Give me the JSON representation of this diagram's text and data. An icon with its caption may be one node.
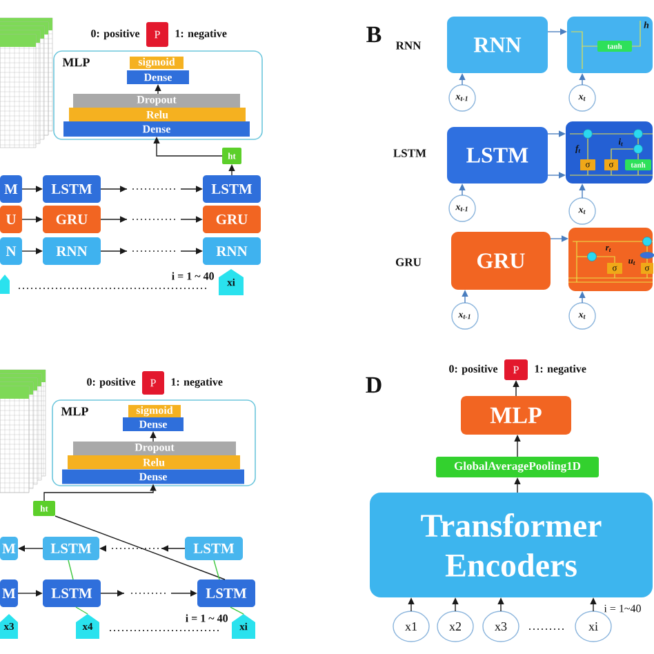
{
  "diagram": {
    "nodes": [
      {
        "text": [
          "P"
        ],
        "beside": [
          "0: positive",
          "1: negative"
        ]
      },
      {
        "text": [
          "MLP"
        ]
      },
      {
        "text": [
          "sigmoid"
        ],
        "in": 1
      },
      {
        "text": [
          "Dense"
        ],
        "in": 1
      },
      {
        "text": [
          "Dropout"
        ],
        "in": 1
      },
      {
        "text": [
          "Relu"
        ],
        "in": 1
      },
      {
        "text": [
          "Dense"
        ],
        "in": 1
      },
      {
        "text": [
          "ht"
        ]
      },
      {
        "text": [
          "M"
        ]
      },
      {
        "text": [
          "LSTM"
        ]
      },
      {
        "text": [
          "LSTM"
        ]
      },
      {
        "text": [
          "U"
        ]
      },
      {
        "text": [
          "GRU"
        ]
      },
      {
        "text": [
          "GRU"
        ]
      },
      {
        "text": [
          "N"
        ]
      },
      {
        "text": [
          "RNN"
        ]
      },
      {
        "text": [
          "RNN"
        ]
      },
      {
        "text": [],
        "shape": "pentagon"
      },
      {
        "text": [
          "xi"
        ]
      },
      {
        "text": [
          "RNN"
        ]
      },
      {
        "text": [],
        "shape": "box"
      },
      {
        "text": [
          "tanh"
        ],
        "in": 20
      },
      {
        "text": [
          "x$_{t-1}$"
        ]
      },
      {
        "text": [
          "x$_{t}$"
        ]
      },
      {
        "text": [
          "LSTM"
        ]
      },
      {
        "text": [],
        "shape": "box"
      },
      {
        "text": [
          "σ"
        ],
        "in": 25
      },
      {
        "text": [
          "σ"
        ],
        "in": 25
      },
      {
        "text": [
          "tanh"
        ],
        "in": 25
      },
      {
        "text": [
          "x$_{t-1}$"
        ]
      },
      {
        "text": [
          "x$_{t}$"
        ]
      },
      {
        "text": [
          "GRU"
        ]
      },
      {
        "text": [],
        "shape": "box"
      },
      {
        "text": [
          "σ"
        ],
        "in": 32
      },
      {
        "text": [
          "σ"
        ],
        "in": 32
      },
      {
        "text": [
          "x$_{t-1}$"
        ]
      },
      {
        "text": [
          "x$_{t}$"
        ]
      },
      {
        "text": [
          "P"
        ],
        "beside": [
          "0: positive",
          "1: negative"
        ]
      },
      {
        "text": [
          "MLP"
        ]
      },
      {
        "text": [
          "sigmoid"
        ],
        "in": 38
      },
      {
        "text": [
          "Dense"
        ],
        "in": 38
      },
      {
        "text": [
          "Dropout"
        ],
        "in": 38
      },
      {
        "text": [
          "Relu"
        ],
        "in": 38
      },
      {
        "text": [
          "Dense"
        ],
        "in": 38
      },
      {
        "text": [
          "ht"
        ]
      },
      {
        "text": [
          "M"
        ]
      },
      {
        "text": [
          "LSTM"
        ]
      },
      {
        "text": [
          "LSTM"
        ]
      },
      {
        "text": [
          "M"
        ]
      },
      {
        "text": [
          "LSTM"
        ]
      },
      {
        "text": [
          "LSTM"
        ]
      },
      {
        "text": [
          "x3"
        ]
      },
      {
        "text": [
          "x4"
        ]
      },
      {
        "text": [
          "xi"
        ]
      },
      {
        "text": [
          "P"
        ],
        "beside": [
          "0: positive",
          "1: negative"
        ]
      },
      {
        "text": [
          "MLP"
        ]
      },
      {
        "text": [
          "GlobalAveragePooling1D"
        ]
      },
      {
        "text": [
          "Transformer Encoders"
        ]
      },
      {
        "text": [
          "x1"
        ]
      },
      {
        "text": [
          "x2"
        ]
      },
      {
        "text": [
          "x3"
        ]
      },
      {
        "text": [
          "xi"
        ]
      }
    ],
    "edges": [
      {
        "from": 8,
        "to": 9,
        "arrow": "to"
      },
      {
        "from": 9,
        "to": 10,
        "arrow": "to",
        "style": "dashed"
      },
      {
        "from": 11,
        "to": 12,
        "arrow": "to"
      },
      {
        "from": 12,
        "to": 13,
        "arrow": "to",
        "style": "dashed"
      },
      {
        "from": 14,
        "to": 15,
        "arrow": "to"
      },
      {
        "from": 15,
        "to": 16,
        "arrow": "to",
        "style": "dashed"
      },
      {
        "from": 10,
        "to": 7,
        "arrow": "to"
      },
      {
        "from": 7,
        "to": 6,
        "arrow": "to"
      },
      {
        "from": 4,
        "to": 3,
        "arrow": "to"
      },
      {
        "from": 19,
        "to": 20,
        "arrow": "to",
        "color": "#4a7ebf"
      },
      {
        "from": 22,
        "to": 19,
        "arrow": "to",
        "color": "#4a7ebf"
      },
      {
        "from": 23,
        "to": 20,
        "arrow": "to",
        "color": "#4a7ebf"
      },
      {
        "from": 24,
        "to": 25,
        "arrow": "to",
        "color": "#4a7ebf"
      },
      {
        "from": 24,
        "to": 25,
        "arrow": "to",
        "color": "#4a7ebf"
      },
      {
        "from": 29,
        "to": 24,
        "arrow": "to",
        "color": "#4a7ebf"
      },
      {
        "from": 30,
        "to": 25,
        "arrow": "to",
        "color": "#4a7ebf"
      },
      {
        "from": 31,
        "to": 32,
        "arrow": "to",
        "color": "#4a7ebf"
      },
      {
        "from": 35,
        "to": 31,
        "arrow": "to",
        "color": "#4a7ebf"
      },
      {
        "from": 36,
        "to": 32,
        "arrow": "to",
        "color": "#4a7ebf"
      },
      {
        "from": 46,
        "to": 45,
        "arrow": "to"
      },
      {
        "from": 47,
        "to": 46,
        "arrow": "to",
        "style": "dashed"
      },
      {
        "from": 48,
        "to": 49,
        "arrow": "to"
      },
      {
        "from": 49,
        "to": 50,
        "arrow": "to",
        "style": "dashed"
      },
      {
        "from": 44,
        "to": 43,
        "arrow": "to"
      },
      {
        "from": 50,
        "to": 44,
        "arrow": "none"
      },
      {
        "from": 52,
        "to": 49,
        "arrow": "none",
        "color": "#3ec73e"
      },
      {
        "from": 49,
        "to": 46,
        "arrow": "none",
        "color": "#3ec73e"
      },
      {
        "from": 53,
        "to": 50,
        "arrow": "none",
        "color": "#3ec73e"
      },
      {
        "from": 50,
        "to": 47,
        "arrow": "none",
        "color": "#3ec73e"
      },
      {
        "from": 41,
        "to": 40,
        "arrow": "to"
      },
      {
        "from": 55,
        "to": 54,
        "arrow": "to"
      },
      {
        "from": 56,
        "to": 55,
        "arrow": "to"
      },
      {
        "from": 57,
        "to": 56,
        "arrow": "to"
      },
      {
        "from": 58,
        "to": 57,
        "arrow": "to"
      },
      {
        "from": 59,
        "to": 57,
        "arrow": "to"
      },
      {
        "from": 60,
        "to": 57,
        "arrow": "to"
      },
      {
        "from": 61,
        "to": 57,
        "arrow": "to"
      }
    ],
    "labels": [
      "i = 1 ~ 40",
      "B",
      "RNN",
      "h",
      "LSTM",
      "f$_{t}$",
      "i$_{t}$",
      "GRU",
      "r$_{t}$",
      "u$_{t}$",
      "i = 1 ~ 40",
      "D",
      "i = 1~40"
    ]
  }
}
